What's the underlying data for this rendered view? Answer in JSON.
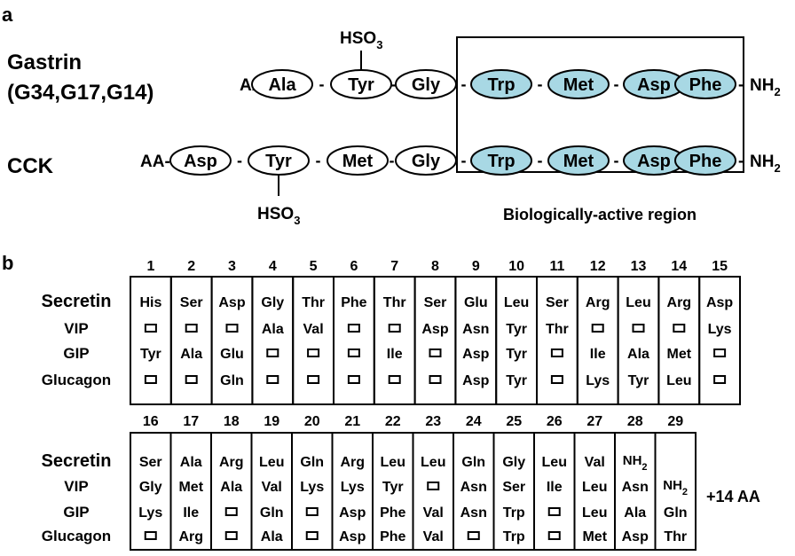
{
  "panel_a": {
    "label": "a",
    "gastrin": {
      "name_line1": "Gastrin",
      "name_line2": "(G34,G17,G14)",
      "prefix": "AA-",
      "residues": [
        "Ala",
        "Tyr",
        "Gly",
        "Trp",
        "Met",
        "Asp",
        "Phe"
      ],
      "sulfate": "HSO",
      "sulfate_sub": "3",
      "terminal": "NH",
      "terminal_sub": "2"
    },
    "cck": {
      "name": "CCK",
      "prefix": "AA-",
      "residues": [
        "Asp",
        "Tyr",
        "Met",
        "Gly",
        "Trp",
        "Met",
        "Asp",
        "Phe"
      ],
      "sulfate": "HSO",
      "sulfate_sub": "3",
      "terminal": "NH",
      "terminal_sub": "2"
    },
    "active_region_label": "Biologically-active region",
    "highlight_color": "#a8d8e4"
  },
  "panel_b": {
    "label": "b",
    "row_labels": [
      "Secretin",
      "VIP",
      "GIP",
      "Glucagon"
    ],
    "same_symbol": "box",
    "block1": {
      "positions": [
        "1",
        "2",
        "3",
        "4",
        "5",
        "6",
        "7",
        "8",
        "9",
        "10",
        "11",
        "12",
        "13",
        "14",
        "15"
      ],
      "columns": [
        [
          "His",
          "□",
          "Tyr",
          "□"
        ],
        [
          "Ser",
          "□",
          "Ala",
          "□"
        ],
        [
          "Asp",
          "□",
          "Glu",
          "Gln"
        ],
        [
          "Gly",
          "Ala",
          "□",
          "□"
        ],
        [
          "Thr",
          "Val",
          "□",
          "□"
        ],
        [
          "Phe",
          "□",
          "□",
          "□"
        ],
        [
          "Thr",
          "□",
          "Ile",
          "□"
        ],
        [
          "Ser",
          "Asp",
          "□",
          "□"
        ],
        [
          "Glu",
          "Asn",
          "Asp",
          "Asp"
        ],
        [
          "Leu",
          "Tyr",
          "Tyr",
          "Tyr"
        ],
        [
          "Ser",
          "Thr",
          "□",
          "□"
        ],
        [
          "Arg",
          "□",
          "Ile",
          "Lys"
        ],
        [
          "Leu",
          "□",
          "Ala",
          "Tyr"
        ],
        [
          "Arg",
          "□",
          "Met",
          "Leu"
        ],
        [
          "Asp",
          "Lys",
          "□",
          "□"
        ]
      ]
    },
    "block2": {
      "positions": [
        "16",
        "17",
        "18",
        "19",
        "20",
        "21",
        "22",
        "23",
        "24",
        "25",
        "26",
        "27",
        "28",
        "29"
      ],
      "columns": [
        [
          "Ser",
          "Gly",
          "Lys",
          "□"
        ],
        [
          "Ala",
          "Met",
          "Ile",
          "Arg"
        ],
        [
          "Arg",
          "Ala",
          "□",
          "□"
        ],
        [
          "Leu",
          "Val",
          "Gln",
          "Ala"
        ],
        [
          "Gln",
          "Lys",
          "□",
          "□"
        ],
        [
          "Arg",
          "Lys",
          "Asp",
          "Asp"
        ],
        [
          "Leu",
          "Tyr",
          "Phe",
          "Phe"
        ],
        [
          "Leu",
          "□",
          "Val",
          "Val"
        ],
        [
          "Gln",
          "Asn",
          "Asn",
          "□"
        ],
        [
          "Gly",
          "Ser",
          "Trp",
          "Trp"
        ],
        [
          "Leu",
          "Ile",
          "□",
          "□"
        ],
        [
          "Val",
          "Leu",
          "Leu",
          "Met"
        ],
        [
          "NH2",
          "Asn",
          "Ala",
          "Asp"
        ],
        [
          "",
          "NH2",
          "Gln",
          "Thr"
        ]
      ],
      "extra": "+14 AA"
    }
  }
}
